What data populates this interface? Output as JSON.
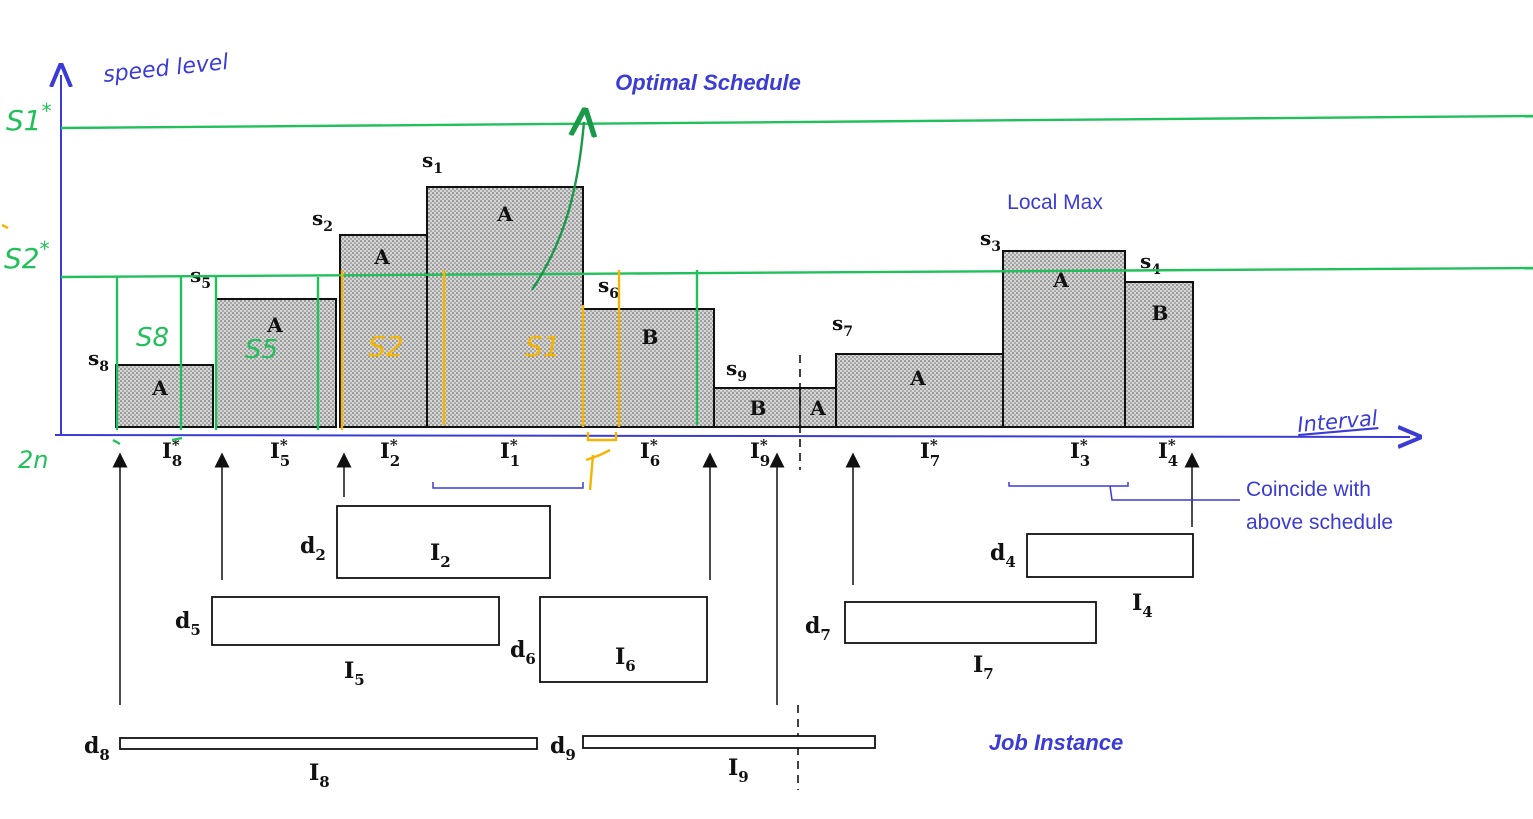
{
  "titles": {
    "optimal_schedule": "Optimal Schedule",
    "job_instance": "Job Instance",
    "local_max": "Local Max",
    "coincide_1": "Coincide with",
    "coincide_2": "above schedule"
  },
  "axes": {
    "y_label": "speed level",
    "x_label": "Interval",
    "s1_star": "S1",
    "s2_star": "S2",
    "star": "*",
    "zn": "2n"
  },
  "speed_labels": {
    "s8": "s",
    "s8_sub": "8",
    "s5": "s",
    "s5_sub": "5",
    "s2": "s",
    "s2_sub": "2",
    "s1": "s",
    "s1_sub": "1",
    "s6": "s",
    "s6_sub": "6",
    "s9": "s",
    "s9_sub": "9",
    "s7": "s",
    "s7_sub": "7",
    "s3": "s",
    "s3_sub": "3",
    "s4": "s",
    "s4_sub": "4"
  },
  "block_letters": {
    "b8": "A",
    "b5": "A",
    "b2": "A",
    "b1": "A",
    "b6": "B",
    "b9a": "B",
    "b9b": "A",
    "b7": "A",
    "b3": "A",
    "b4": "B"
  },
  "handwritten": {
    "s8": "S8",
    "s5": "S5",
    "s2": "S2",
    "s1": "S1"
  },
  "interval_labels": {
    "i8": "I",
    "i8_sub": "8",
    "i5": "I",
    "i5_sub": "5",
    "i2": "I",
    "i2_sub": "2",
    "i1": "I",
    "i1_sub": "1",
    "i6": "I",
    "i6_sub": "6",
    "i9": "I",
    "i9_sub": "9",
    "i7": "I",
    "i7_sub": "7",
    "i3": "I",
    "i3_sub": "3",
    "i4": "I",
    "i4_sub": "4",
    "star": "*"
  },
  "jobs": {
    "I2": "I",
    "I2_sub": "2",
    "d2": "d",
    "d2_sub": "2",
    "I5": "I",
    "I5_sub": "5",
    "d5": "d",
    "d5_sub": "5",
    "I6": "I",
    "I6_sub": "6",
    "d6": "d",
    "d6_sub": "6",
    "I7": "I",
    "I7_sub": "7",
    "d7": "d",
    "d7_sub": "7",
    "I4": "I",
    "I4_sub": "4",
    "d4": "d",
    "d4_sub": "4",
    "I8": "I",
    "I8_sub": "8",
    "d8": "d",
    "d8_sub": "8",
    "I9": "I",
    "I9_sub": "9",
    "d9": "d",
    "d9_sub": "9"
  },
  "colors": {
    "green": "#22c05a",
    "orange": "#f5b400",
    "blue": "#3b3bd6",
    "block_fill": "#c8c8c8"
  }
}
